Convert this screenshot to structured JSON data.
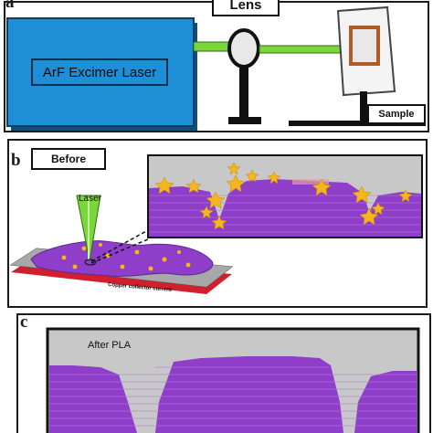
{
  "panels": {
    "a": {
      "letter": "a",
      "lens_label": "Lens",
      "laser_label": "ArF Excimer Laser",
      "sample_label": "Sample"
    },
    "b": {
      "letter": "b",
      "before_label": "Before",
      "laser_label": "Laser",
      "collector_label": "Copper collector current"
    },
    "c": {
      "letter": "c",
      "after_label": "After PLA"
    }
  },
  "colors": {
    "laser_box": "#1e8fd6",
    "beam": "#7ad63a",
    "material": "#8e3ec8",
    "spark": "#f5b51c",
    "copper": "#d11f2e",
    "substrate": "#9b9b9b"
  }
}
